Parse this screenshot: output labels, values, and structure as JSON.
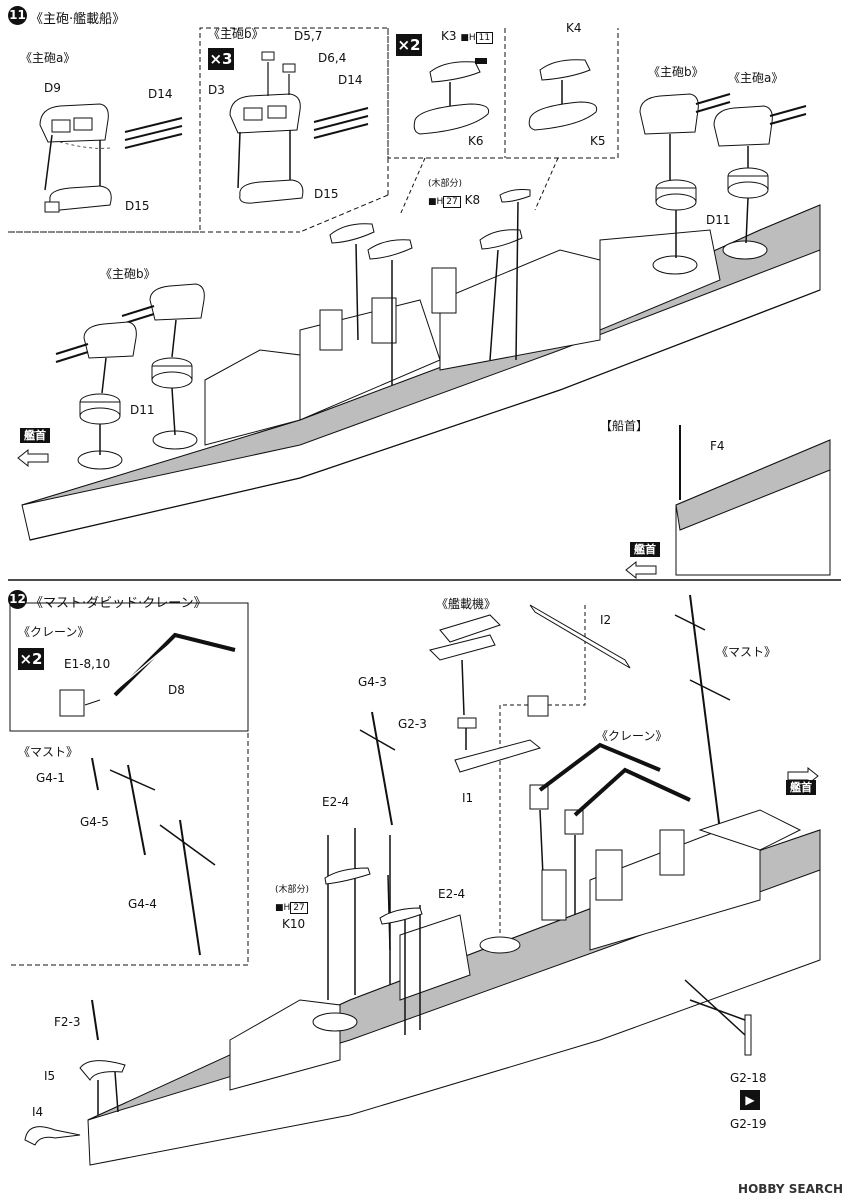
{
  "step11": {
    "number": "11",
    "title": "《主砲·艦載船》",
    "box_a": {
      "title": "《主砲a》",
      "parts": [
        "D9",
        "D14",
        "D15"
      ]
    },
    "box_b": {
      "title": "《主砲b》",
      "multiplier": "×3",
      "parts": [
        "D5,7",
        "D6,4",
        "D3",
        "D14",
        "D15"
      ]
    },
    "box_k3": {
      "multiplier": "×2",
      "part_top": "K3",
      "paint": "H",
      "paint_num": "11",
      "part_bottom": "K6"
    },
    "box_k4": {
      "part_top": "K4",
      "part_bottom": "K5"
    },
    "boat_label": {
      "note": "(木部分)",
      "paint": "H",
      "paint_num": "27",
      "part": "K8"
    },
    "turrets_right": {
      "left_label": "《主砲b》",
      "right_label": "《主砲a》",
      "base_part": "D11"
    },
    "turrets_left": {
      "label": "《主砲b》",
      "base_part": "D11"
    },
    "bow_inset": {
      "title": "【船首】",
      "part": "F4",
      "direction": "艦首"
    },
    "direction": "艦首"
  },
  "step12": {
    "number": "12",
    "title": "《マスト·ダビッド·クレーン》",
    "crane_box": {
      "title": "《クレーン》",
      "multiplier": "×2",
      "part1": "E1-8,10",
      "part2": "D8"
    },
    "mast_box": {
      "title": "《マスト》",
      "parts": [
        "G4-1",
        "G4-5",
        "G4-4"
      ]
    },
    "aircraft": {
      "title": "《艦載機》",
      "parts": [
        "G2-3",
        "I1",
        "I2"
      ]
    },
    "crane_main": {
      "title": "《クレーン》"
    },
    "mast_main": {
      "title": "《マスト》"
    },
    "mast_part": "G4-3",
    "davits": {
      "parts": [
        "E2-4",
        "E2-4"
      ],
      "note": "(木部分)",
      "paint": "H",
      "paint_num": "27",
      "boat": "K10"
    },
    "bow_parts": [
      "F2-3",
      "I5",
      "I4"
    ],
    "side_parts": [
      "G2-18",
      "G2-19"
    ],
    "direction": "艦首"
  },
  "watermark": "HOBBY SEARCH",
  "colors": {
    "ink": "#111111",
    "deck": "#9a9a9a",
    "hull": "#ffffff"
  }
}
